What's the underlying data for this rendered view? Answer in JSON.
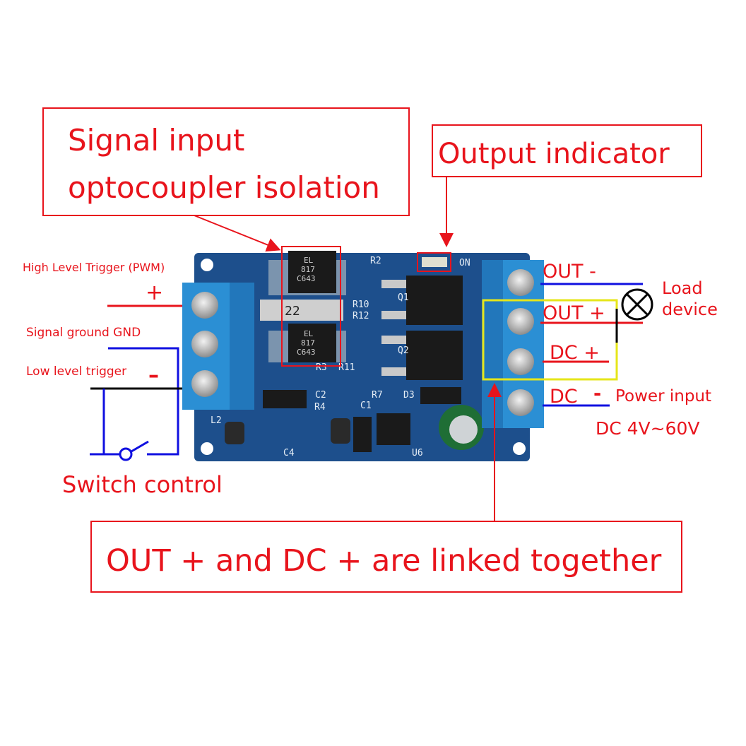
{
  "callouts": {
    "optocoupler": {
      "line1": "Signal input",
      "line2": "optocoupler isolation"
    },
    "indicator": {
      "label": "Output indicator"
    },
    "linked": {
      "label": "OUT + and DC + are linked together"
    }
  },
  "left_terminal": {
    "high_level": "High Level Trigger (PWM)",
    "plus": "+",
    "signal_ground": "Signal ground  GND",
    "low_level": "Low level trigger",
    "minus": "–",
    "switch_label": "Switch control"
  },
  "right_terminal": {
    "out_minus": "OUT -",
    "out_plus": "OUT +",
    "dc_plus": "DC +",
    "dc_minus_text": "DC",
    "dc_minus_sign": "-",
    "power_input": "Power input",
    "voltage": "DC 4V~60V",
    "load_line1": "Load",
    "load_line2": "device"
  },
  "pcb": {
    "led_label": "ON",
    "silkscreen": [
      "R2",
      "R10",
      "R12",
      "Q1",
      "Q2",
      "R3",
      "R11",
      "C2",
      "R7",
      "D3",
      "R4",
      "C1",
      "L2",
      "C4",
      "U6",
      "22"
    ],
    "opto_marking": [
      "EL",
      "817",
      "C643"
    ]
  },
  "colors": {
    "callout": "#e8141c",
    "ground_wire": "#1010e0",
    "highlight": "#e6e61a",
    "pcb": "#1d4f8c",
    "terminal": "#2b8fd4"
  }
}
